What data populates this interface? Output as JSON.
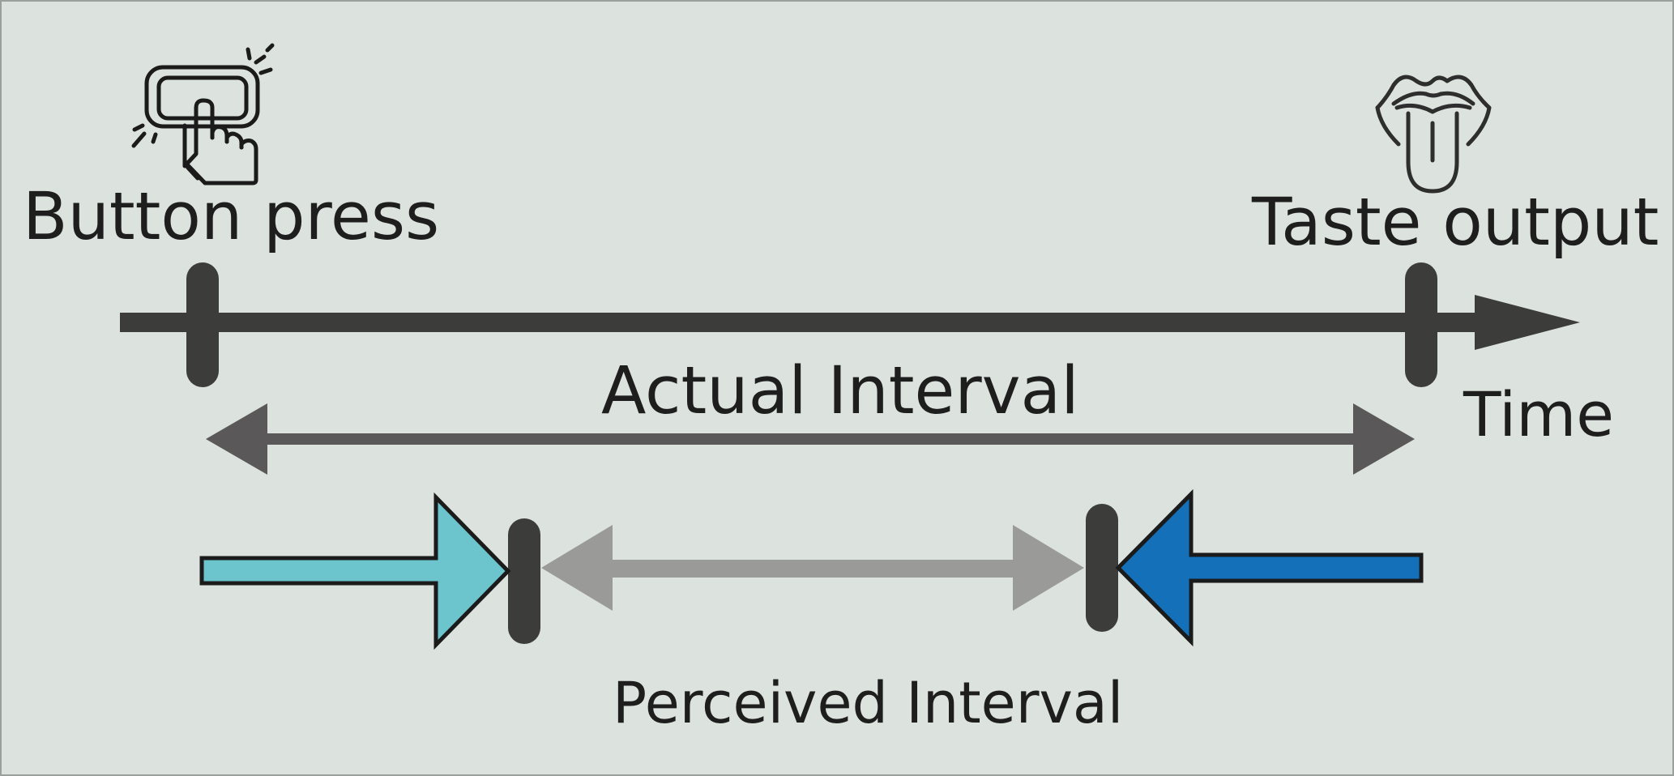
{
  "labels": {
    "button_press": "Button press",
    "taste_output": "Taste output",
    "time": "Time",
    "actual_interval": "Actual Interval",
    "perceived_interval": "Perceived Interval"
  },
  "icons": {
    "button_press": "hand-pressing-button-icon",
    "taste_output": "mouth-tongue-icon"
  },
  "colors": {
    "background": "#dce2de",
    "timeline": "#3c3c3a",
    "actual_arrow": "#5a5858",
    "perceived_arrow": "#9a9b99",
    "button_shift_arrow": "#6cc4cc",
    "taste_shift_arrow": "#1470b8",
    "text": "#1e1e1e"
  }
}
